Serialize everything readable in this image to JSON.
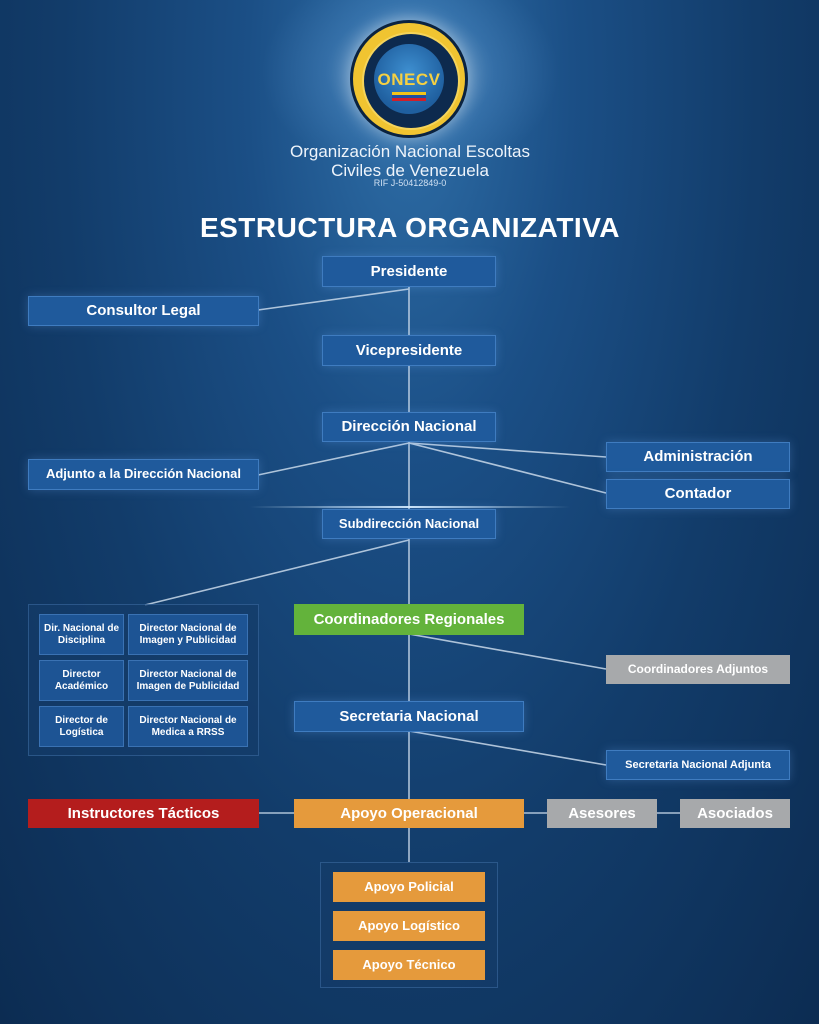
{
  "header": {
    "logo_text": "ONECV",
    "org_name_line1": "Organización Nacional Escoltas",
    "org_name_line2": "Civiles de Venezuela",
    "rif": "RIF J-50412849-0",
    "title": "ESTRUCTURA ORGANIZATIVA"
  },
  "nodes": {
    "presidente": "Presidente",
    "consultor_legal": "Consultor Legal",
    "vicepresidente": "Vicepresidente",
    "direccion_nacional": "Dirección Nacional",
    "adjunto_direccion": "Adjunto a la Dirección Nacional",
    "administracion": "Administración",
    "contador": "Contador",
    "subdireccion": "Subdirección Nacional",
    "coordinadores_regionales": "Coordinadores Regionales",
    "coordinadores_adjuntos": "Coordinadores Adjuntos",
    "secretaria_nacional": "Secretaria Nacional",
    "secretaria_adjunta": "Secretaria Nacional Adjunta",
    "instructores": "Instructores Tácticos",
    "apoyo_operacional": "Apoyo Operacional",
    "asesores": "Asesores",
    "asociados": "Asociados"
  },
  "directors": [
    "Dir. Nacional de Disciplina",
    "Director Nacional de Imagen y Publicidad",
    "Director Académico",
    "Director Nacional de Imagen de Publicidad",
    "Director de Logística",
    "Director Nacional de Medica a RRSS"
  ],
  "apoyo": [
    "Apoyo Policial",
    "Apoyo Logístico",
    "Apoyo Técnico"
  ],
  "colors": {
    "background": "#123c6a",
    "box_blue": "#1f5a9c",
    "green": "#63b33b",
    "orange": "#e59a3c",
    "red": "#b41d1d",
    "gray": "#a7a9ab",
    "gold": "#f0c431"
  }
}
